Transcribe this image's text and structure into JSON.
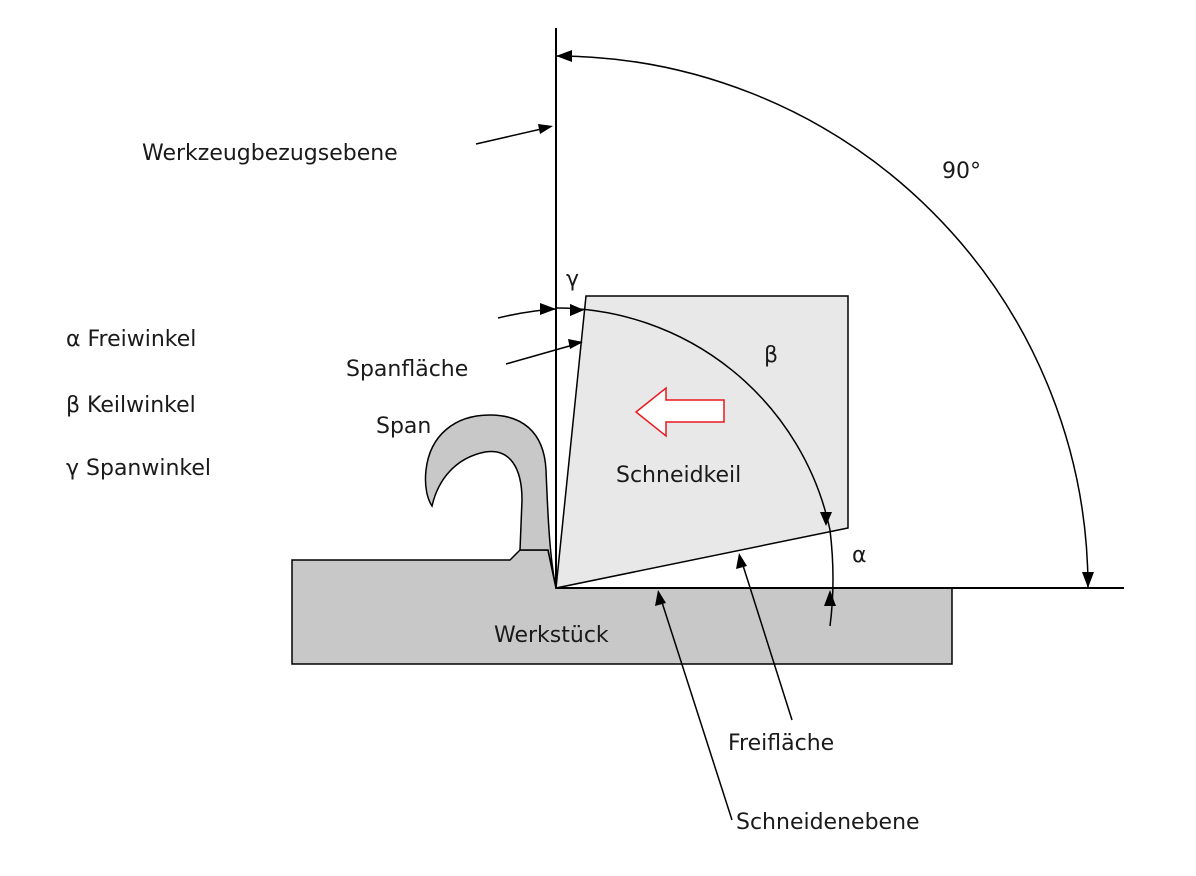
{
  "diagram": {
    "labels": {
      "reference_plane": "Werkzeugbezugsebene",
      "right_angle": "90°",
      "gamma_symbol": "γ",
      "beta_symbol": "β",
      "alpha_symbol": "α",
      "legend_alpha": "α Freiwinkel",
      "legend_beta": "β  Keilwinkel",
      "legend_gamma": "γ Spanwinkel",
      "rake_face": "Spanfläche",
      "chip": "Span",
      "cutting_wedge": "Schneidkeil",
      "workpiece": "Werkstück",
      "flank_face": "Freifläche",
      "cutting_plane": "Schneidenebene"
    },
    "colors": {
      "wedge_fill": "#e8e8e8",
      "workpiece_fill": "#c8c8c8",
      "chip_fill": "#c8c8c8",
      "outline": "#000000",
      "motion_arrow": "#e8191d"
    },
    "motion_direction": "left"
  }
}
